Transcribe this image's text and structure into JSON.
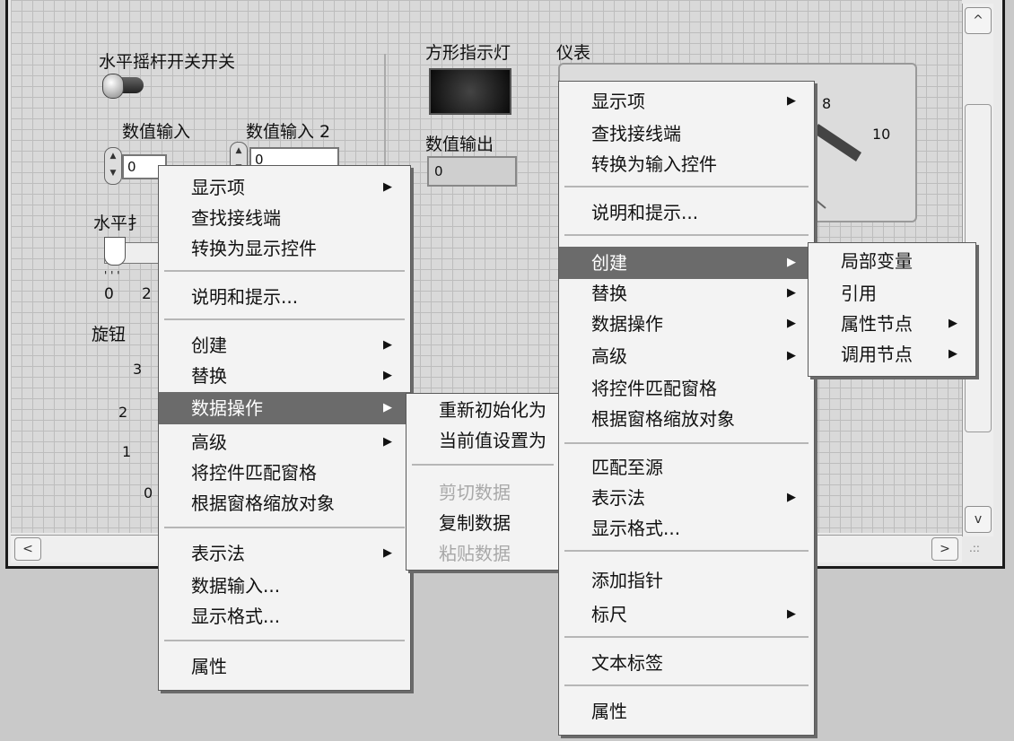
{
  "front_panel": {
    "toggle_label": "水平摇杆开关开关",
    "numeric_input_1_label": "数值输入",
    "numeric_input_1_value": "0",
    "numeric_input_2_label": "数值输入 2",
    "numeric_input_2_value": "0",
    "slider_label": "水平扌",
    "slider_ticks": [
      "0",
      "2"
    ],
    "knob_label": "旋钮",
    "knob_ticks": [
      "3",
      "2",
      "1",
      "0"
    ],
    "square_led_label": "方形指示灯",
    "numeric_output_label": "数值输出",
    "numeric_output_value": "0",
    "gauge_label": "仪表",
    "gauge_ticks": [
      "8",
      "10"
    ]
  },
  "menu_control": {
    "items": [
      {
        "label": "显示项",
        "submenu": true
      },
      {
        "label": "查找接线端",
        "submenu": false
      },
      {
        "label": "转换为显示控件",
        "submenu": false
      },
      {
        "label": "说明和提示...",
        "submenu": false
      },
      {
        "label": "创建",
        "submenu": true
      },
      {
        "label": "替换",
        "submenu": true
      },
      {
        "label": "数据操作",
        "submenu": true
      },
      {
        "label": "高级",
        "submenu": true
      },
      {
        "label": "将控件匹配窗格",
        "submenu": false
      },
      {
        "label": "根据窗格缩放对象",
        "submenu": false
      },
      {
        "label": "表示法",
        "submenu": true
      },
      {
        "label": "数据输入...",
        "submenu": false
      },
      {
        "label": "显示格式...",
        "submenu": false
      },
      {
        "label": "属性",
        "submenu": false
      }
    ]
  },
  "menu_data_ops": {
    "items": [
      {
        "label": "重新初始化为"
      },
      {
        "label": "当前值设置为"
      },
      {
        "label": "剪切数据"
      },
      {
        "label": "复制数据"
      },
      {
        "label": "粘贴数据"
      }
    ]
  },
  "menu_indicator": {
    "items": [
      {
        "label": "显示项",
        "submenu": true
      },
      {
        "label": "查找接线端",
        "submenu": false
      },
      {
        "label": "转换为输入控件",
        "submenu": false
      },
      {
        "label": "说明和提示...",
        "submenu": false
      },
      {
        "label": "创建",
        "submenu": true
      },
      {
        "label": "替换",
        "submenu": true
      },
      {
        "label": "数据操作",
        "submenu": true
      },
      {
        "label": "高级",
        "submenu": true
      },
      {
        "label": "将控件匹配窗格",
        "submenu": false
      },
      {
        "label": "根据窗格缩放对象",
        "submenu": false
      },
      {
        "label": "匹配至源",
        "submenu": false
      },
      {
        "label": "表示法",
        "submenu": true
      },
      {
        "label": "显示格式...",
        "submenu": false
      },
      {
        "label": "添加指针",
        "submenu": false
      },
      {
        "label": "标尺",
        "submenu": true
      },
      {
        "label": "文本标签",
        "submenu": false
      },
      {
        "label": "属性",
        "submenu": false
      }
    ]
  },
  "menu_create": {
    "items": [
      {
        "label": "局部变量",
        "submenu": false
      },
      {
        "label": "引用",
        "submenu": false
      },
      {
        "label": "属性节点",
        "submenu": true
      },
      {
        "label": "调用节点",
        "submenu": true
      }
    ]
  },
  "icons": {
    "submenu_arrow": "▶",
    "scroll_up": "^",
    "scroll_down": "v",
    "scroll_left": "<",
    "scroll_right": ">"
  }
}
